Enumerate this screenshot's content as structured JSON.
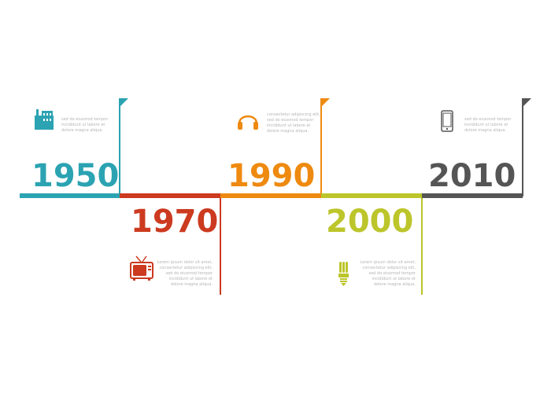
{
  "timeline": {
    "milestones": [
      {
        "year": "1950",
        "icon": "factory-icon",
        "color": "#2ba3b2",
        "text": "sed do eiusmod tempor incididunt ut labore et dolore magna aliqua."
      },
      {
        "year": "1970",
        "icon": "tv-icon",
        "color": "#cc3a1f",
        "text": "Lorem ipsum dolor sit amet, consectetur adipiscing elit, sed do eiusmod tempor incididunt ut labore et dolore magna aliqua."
      },
      {
        "year": "1990",
        "icon": "headphones-icon",
        "color": "#ee8a10",
        "text": "consectetur adipiscing elit, sed do eiusmod tempor incididunt ut labore et dolore magna aliqua."
      },
      {
        "year": "2000",
        "icon": "lightbulb-icon",
        "color": "#bcc52a",
        "text": "Lorem ipsum dolor sit amet, consectetur adipiscing elit, sed do eiusmod tempor incididunt ut labore et dolore magna aliqua."
      },
      {
        "year": "2010",
        "icon": "smartphone-icon",
        "color": "#555555",
        "text": "sed do eiusmod tempor incididunt ut labore et dolore magna aliqua."
      }
    ]
  }
}
